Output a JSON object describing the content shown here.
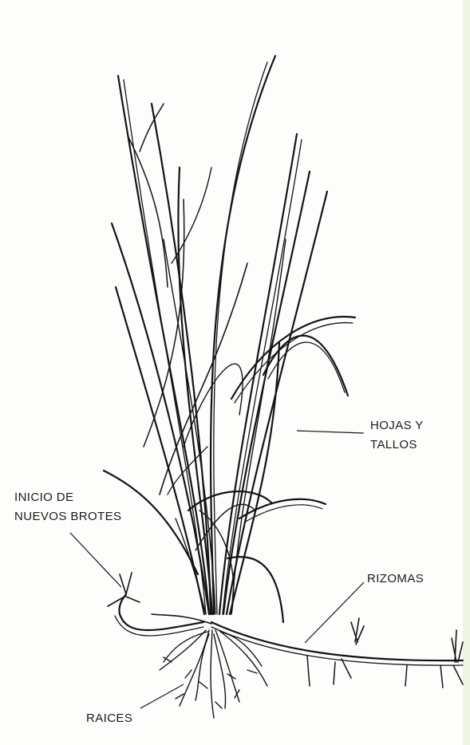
{
  "labels": {
    "hojas_y_tallos": [
      "HOJAS Y",
      "TALLOS"
    ],
    "inicio_nuevos_brotes": [
      "INICIO DE",
      "NUEVOS BROTES"
    ],
    "rizomas": "RIZOMAS",
    "raices": "RAICES"
  },
  "colors": {
    "ink": "#141414",
    "paper": "#fdfdfb"
  }
}
